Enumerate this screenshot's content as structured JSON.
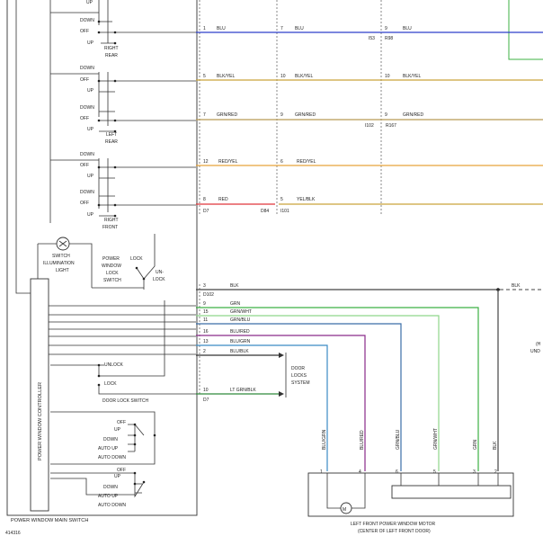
{
  "switch_panel": {
    "title": "POWER WINDOW MAIN SWITCH",
    "controller": "POWER WINDOW CONTROLLER",
    "right_rear": {
      "label_a": "RIGHT",
      "label_b": "REAR",
      "positions": [
        "UP",
        "DOWN",
        "OFF",
        "UP"
      ]
    },
    "left_rear": {
      "label_a": "LEFT",
      "label_b": "REAR",
      "positions": [
        "DOWN",
        "OFF",
        "UP",
        "DOWN",
        "OFF",
        "UP"
      ]
    },
    "right_front": {
      "label_a": "RIGHT",
      "label_b": "FRONT",
      "positions": [
        "DOWN",
        "OFF",
        "UP",
        "DOWN",
        "OFF",
        "UP"
      ]
    },
    "illumination": {
      "line1": "SWITCH",
      "line2": "ILLUMINATION",
      "line3": "LIGHT"
    },
    "lock_switch": {
      "line1": "POWER",
      "line2": "WINDOW",
      "line3": "LOCK",
      "line4": "SWITCH",
      "lock": "LOCK",
      "unlock_a": "UN-",
      "unlock_b": "LOCK"
    },
    "door_lock": {
      "unlock": "UNLOCK",
      "lock": "LOCK",
      "title": "DOOR LOCK SWITCH"
    },
    "driver_switch_1": [
      "OFF",
      "UP",
      "DOWN",
      "AUTO UP",
      "AUTO DOWN"
    ],
    "driver_switch_2": [
      "OFF",
      "UP",
      "DOWN",
      "AUTO UP",
      "AUTO DOWN"
    ]
  },
  "wires": [
    {
      "pin_a": "1",
      "label_a": "BLU",
      "pin_b": "7",
      "label_b": "BLU",
      "pin_c": "9",
      "label_c": "BLU",
      "sub_a": "",
      "sub_b": "",
      "sub_c": "I53",
      "sub_d": "R98",
      "color": "#2d3ec9"
    },
    {
      "pin_a": "5",
      "label_a": "BLK/YEL",
      "pin_b": "10",
      "label_b": "BLK/YEL",
      "pin_c": "10",
      "label_c": "BLK/YEL",
      "sub_a": "",
      "sub_b": "",
      "sub_c": "",
      "sub_d": "",
      "color": "#c9a43a"
    },
    {
      "pin_a": "7",
      "label_a": "GRN/RED",
      "pin_b": "9",
      "label_b": "GRN/RED",
      "pin_c": "9",
      "label_c": "GRN/RED",
      "sub_a": "",
      "sub_b": "",
      "sub_c": "I102",
      "sub_d": "R167",
      "color": "#b89a55"
    },
    {
      "pin_a": "12",
      "label_a": "RED/YEL",
      "pin_b": "6",
      "label_b": "RED/YEL",
      "pin_c": "",
      "label_c": "",
      "sub_a": "",
      "sub_b": "",
      "sub_c": "",
      "sub_d": "",
      "color": "#e8a53a"
    },
    {
      "pin_a": "8",
      "label_a": "RED",
      "pin_b": "5",
      "label_b": "YEL/BLK",
      "pin_c": "",
      "label_c": "",
      "sub_a": "D7",
      "sub_b": "D84",
      "sub_c": "I101",
      "sub_d": "",
      "color": "#c9a43a"
    }
  ],
  "motor_wires": [
    {
      "pin": "3",
      "label": "BLK",
      "sub": "D102",
      "vlabel": "BLK",
      "mpin": "",
      "color": "#444444"
    },
    {
      "pin": "9",
      "label": "GRN",
      "sub": "",
      "vlabel": "GRN",
      "mpin": "3",
      "color": "#3cb043"
    },
    {
      "pin": "15",
      "label": "GRN/WHT",
      "sub": "",
      "vlabel": "GRN/WHT",
      "mpin": "5",
      "color": "#8fd68a"
    },
    {
      "pin": "11",
      "label": "GRN/BLU",
      "sub": "",
      "vlabel": "GRN/BLU",
      "mpin": "6",
      "color": "#3b6ea8"
    },
    {
      "pin": "16",
      "label": "BLU/RED",
      "sub": "",
      "vlabel": "BLU/RED",
      "mpin": "4",
      "color": "#8a2a8a"
    },
    {
      "pin": "13",
      "label": "BLU/GRN",
      "sub": "",
      "vlabel": "BLU/GRN",
      "mpin": "1",
      "color": "#3b8ac4"
    },
    {
      "pin": "2",
      "label": "BLU/BLK",
      "sub": "",
      "vlabel": "",
      "mpin": "",
      "color": "#333333"
    },
    {
      "pin": "10",
      "label": "LT GRN/BLK",
      "sub": "D7",
      "vlabel": "",
      "mpin": "",
      "color": "#2e8b3a"
    }
  ],
  "misc": {
    "blk_right": "BLK",
    "motor_pin_2": "2",
    "door_locks": {
      "line1": "DOOR",
      "line2": "LOCKS",
      "line3": "SYSTEM"
    },
    "motor": {
      "line1": "LEFT FRONT POWER WINDOW MOTOR",
      "line2": "(CENTER OF LEFT FRONT DOOR)"
    },
    "edge_a": "(H",
    "edge_b": "UND",
    "figure_id": "414316"
  },
  "colors": {
    "green_outline": "#3cb043",
    "blue": "#2d3ec9",
    "yellow": "#c9a43a",
    "red": "#e0343a",
    "orange": "#e8a53a"
  }
}
